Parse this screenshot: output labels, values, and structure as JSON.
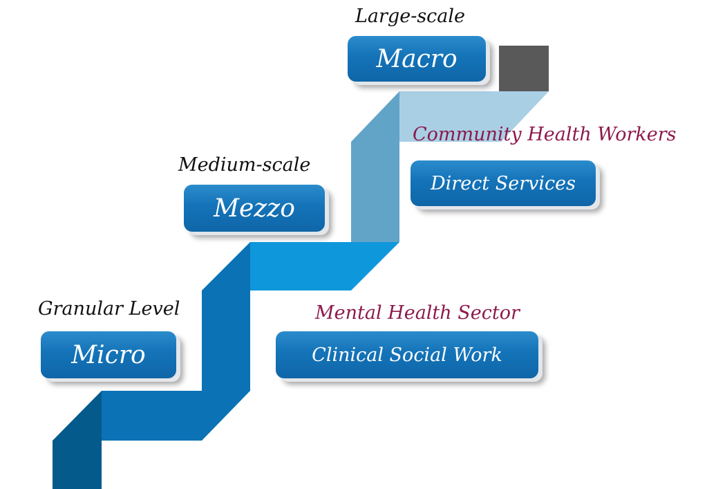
{
  "diagram": {
    "title": "Micro, Mezzo and Macro levels of practice",
    "colors": {
      "box_fill": "#1473b8",
      "box_text": "#ffffff",
      "caption_text": "#111111",
      "sector_text": "#8c1a4b",
      "ribbon_dark": "#055a8c",
      "ribbon_mid": "#0a72b5",
      "ribbon_bright": "#0f97dc",
      "ribbon_light": "#62a4c8",
      "ribbon_pale": "#a9cfe5",
      "top_block": "#595959"
    },
    "levels": {
      "macro": {
        "caption": "Large-scale",
        "label": "Macro"
      },
      "mezzo": {
        "caption": "Medium-scale",
        "label": "Mezzo"
      },
      "micro": {
        "caption": "Granular Level",
        "label": "Micro"
      }
    },
    "sectors": {
      "community": {
        "title": "Community Health Workers",
        "label": "Direct Services"
      },
      "mental": {
        "title": "Mental Health Sector",
        "label": "Clinical Social Work"
      }
    }
  }
}
